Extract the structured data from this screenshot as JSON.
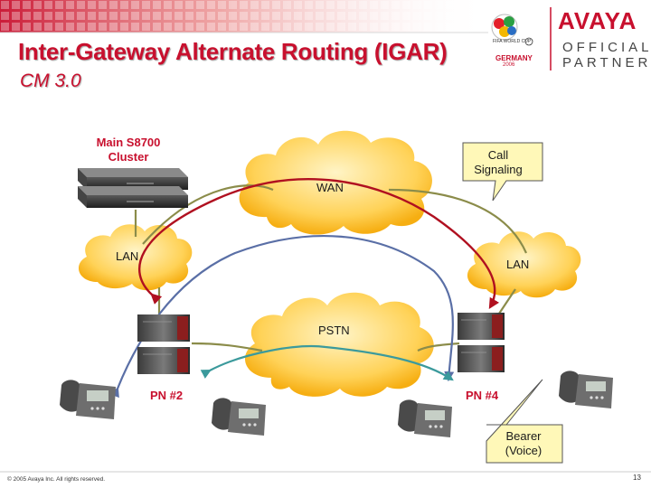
{
  "title": "Inter-Gateway Alternate Routing (IGAR)",
  "subtitle": "CM 3.0",
  "logos": {
    "avaya": "AVAYA",
    "official": "OFFICIAL",
    "partner": "PARTNER",
    "worldcup_top": "FIFA WORLD CUP",
    "worldcup_name": "GERMANY",
    "worldcup_year": "2006"
  },
  "labels": {
    "main_cluster": [
      "Main S8700",
      "Cluster"
    ],
    "call_signaling": [
      "Call",
      "Signaling"
    ],
    "bearer": [
      "Bearer",
      "(Voice)"
    ],
    "wan": "WAN",
    "lan_left": "LAN",
    "lan_right": "LAN",
    "pstn": "PSTN",
    "pn2": "PN #2",
    "pn4": "PN #4"
  },
  "footer": {
    "copyright": "© 2005 Avaya Inc. All rights reserved.",
    "page": "13"
  },
  "colors": {
    "title_red": "#c8102e",
    "cloud_fill": "#ffc22e",
    "signaling_line": "#b01020",
    "bearer_line": "#5a6fa6",
    "link_olive": "#8b8c4a",
    "bearer_teal": "#3b9a9c"
  }
}
